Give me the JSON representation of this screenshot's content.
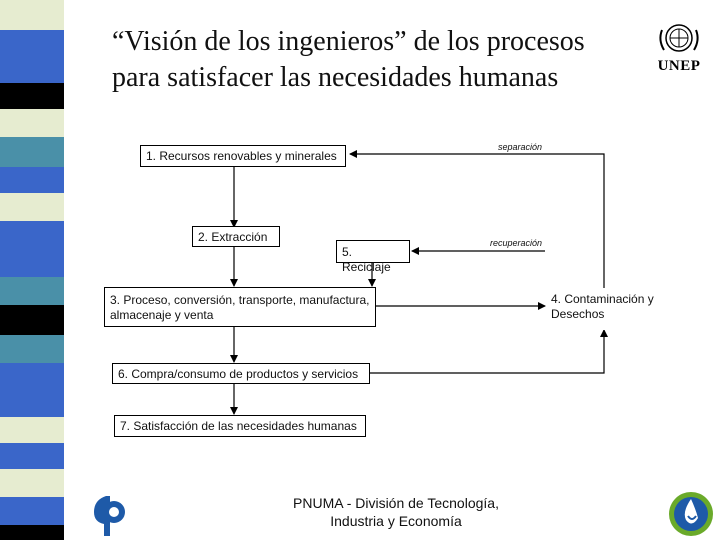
{
  "title": {
    "line1": "“Visión de los ingenieros” de los procesos",
    "line2": "para satisfacer las necesidades humanas"
  },
  "nodes": {
    "n1": "1. Recursos renovables y minerales",
    "n2": "2. Extracción",
    "n3": "3. Proceso, conversión, transporte, manufactura, almacenaje y venta",
    "n4": "4. Contaminación y Desechos",
    "n5": "5. Reciclaje",
    "n6": "6. Compra/consumo de productos y servicios",
    "n7": "7. Satisfacción de las necesidades humanas"
  },
  "edge_labels": {
    "separacion": "separación",
    "recuperacion": "recuperación"
  },
  "footer": {
    "line1": "PNUMA - División de Tecnología,",
    "line2": "Industria y Economía"
  },
  "logos": {
    "unep": "UNEP",
    "unep_icon": "un-emblem-icon",
    "left_icon": "ietc-logo-icon",
    "right_icon": "globe-drop-logo-icon"
  },
  "colors": {
    "stripe_blue": "#3a66c9",
    "stripe_light": "#e6ecd0",
    "stripe_teal": "#4a90a8",
    "stripe_black": "#000000",
    "logo_blue": "#1e5aa8",
    "logo_green": "#6aaa2a"
  }
}
